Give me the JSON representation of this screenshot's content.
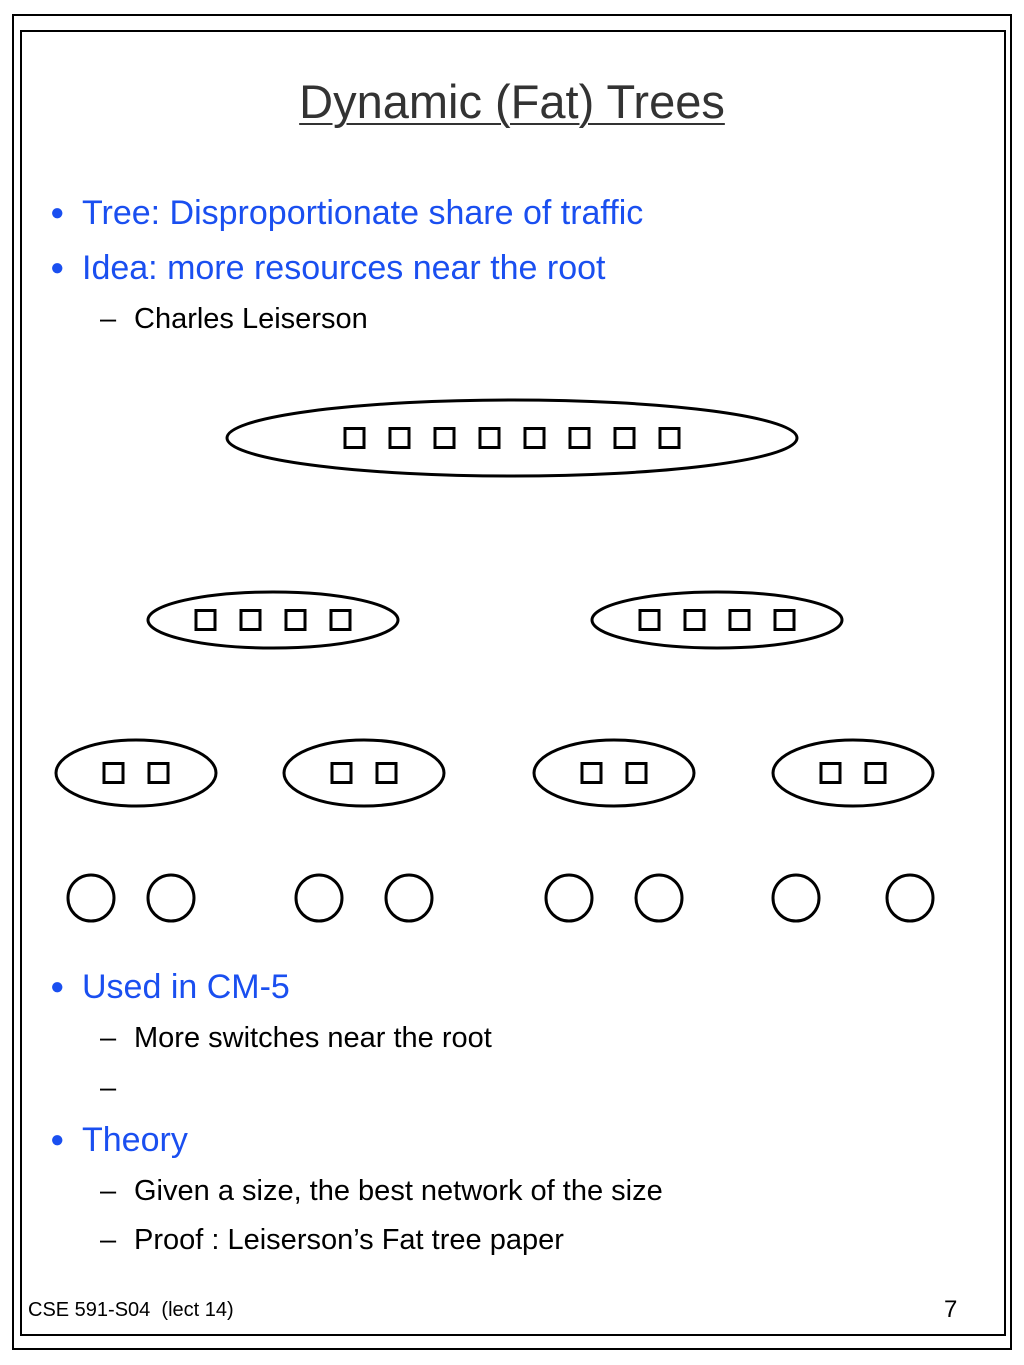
{
  "slide": {
    "title": "Dynamic (Fat) Trees",
    "bullet_symbol": "●",
    "dash_symbol": "–",
    "bullets": [
      {
        "text": "Tree: Disproportionate share of traffic"
      },
      {
        "text": "Idea: more resources near the root",
        "subs": [
          "Charles Leiserson"
        ]
      },
      {
        "text": "Used in CM-5",
        "subs": [
          "More switches near the root",
          ""
        ]
      },
      {
        "text": "Theory",
        "subs": [
          "Given a size, the best network of the size",
          "Proof : Leiserson’s Fat tree paper"
        ]
      }
    ],
    "footer": {
      "course": "CSE 591-S04  (lect 14)",
      "page_number": "7"
    }
  },
  "diagram": {
    "levels": [
      {
        "nodes": [
          {
            "switches": 8
          }
        ]
      },
      {
        "nodes": [
          {
            "switches": 4
          },
          {
            "switches": 4
          }
        ]
      },
      {
        "nodes": [
          {
            "switches": 2
          },
          {
            "switches": 2
          },
          {
            "switches": 2
          },
          {
            "switches": 2
          }
        ]
      }
    ],
    "leaf_count": 8
  }
}
